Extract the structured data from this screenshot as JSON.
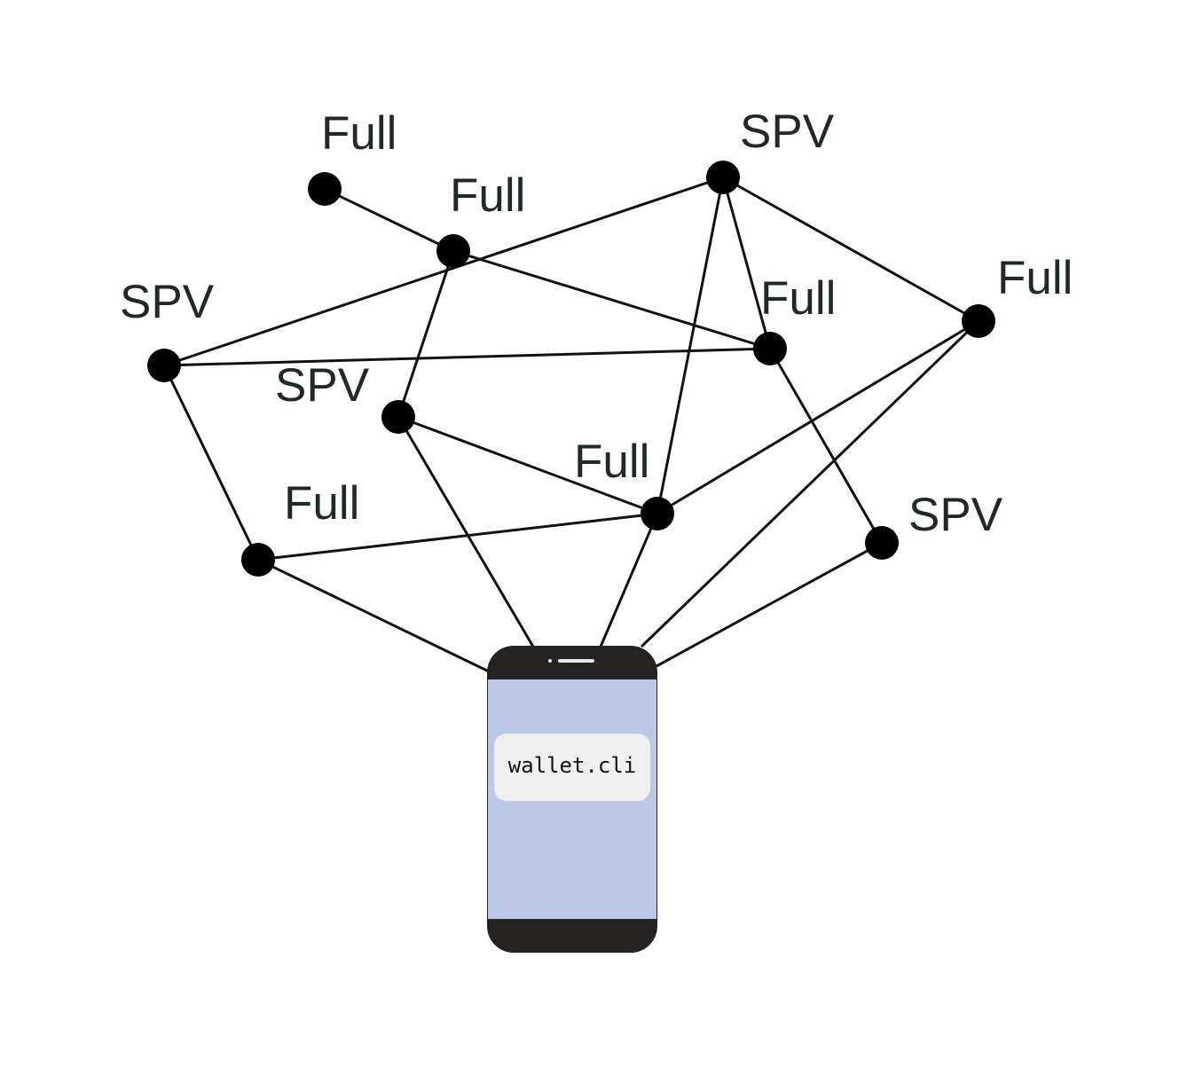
{
  "nodes": [
    {
      "id": "n1",
      "type": "Full"
    },
    {
      "id": "n2",
      "type": "Full"
    },
    {
      "id": "n3",
      "type": "SPV"
    },
    {
      "id": "n4",
      "type": "SPV"
    },
    {
      "id": "n5",
      "type": "Full"
    },
    {
      "id": "n6",
      "type": "Full"
    },
    {
      "id": "n7",
      "type": "SPV"
    },
    {
      "id": "n8",
      "type": "Full"
    },
    {
      "id": "n9",
      "type": "Full"
    },
    {
      "id": "n10",
      "type": "SPV"
    }
  ],
  "edges": [
    [
      "n1",
      "n2"
    ],
    [
      "n2",
      "n6"
    ],
    [
      "n2",
      "n7"
    ],
    [
      "n4",
      "n3"
    ],
    [
      "n4",
      "n6"
    ],
    [
      "n4",
      "n9"
    ],
    [
      "n3",
      "n5"
    ],
    [
      "n3",
      "n6"
    ],
    [
      "n3",
      "n8"
    ],
    [
      "n6",
      "n10"
    ],
    [
      "n7",
      "n8"
    ],
    [
      "n8",
      "n9"
    ],
    [
      "n8",
      "n5"
    ],
    [
      "n9",
      "phone"
    ],
    [
      "n7",
      "phone"
    ],
    [
      "n8",
      "phone"
    ],
    [
      "n5",
      "phone"
    ],
    [
      "n10",
      "phone"
    ]
  ],
  "phone": {
    "app_label": "wallet.cli"
  },
  "colors": {
    "edge": "#111111",
    "node": "#000000",
    "label": "#1f2a28",
    "phone_screen": "#bcc7e5",
    "phone_bezel": "#242321",
    "app_box": "#efefef"
  }
}
